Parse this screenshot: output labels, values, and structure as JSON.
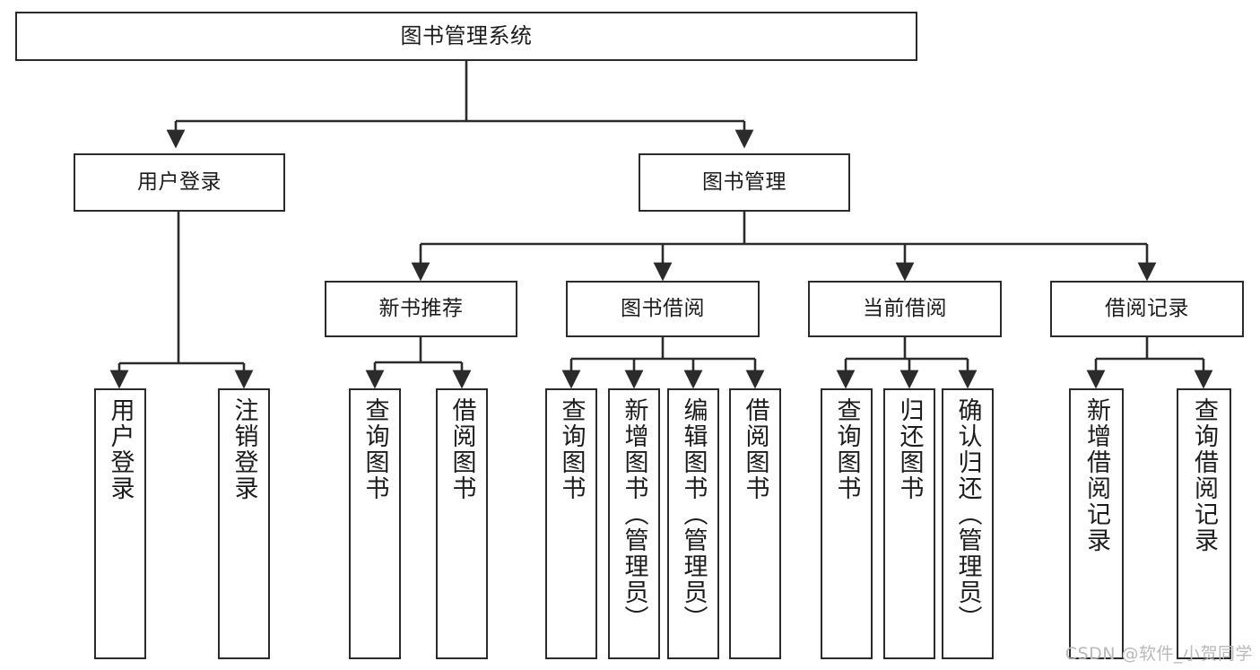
{
  "diagram": {
    "title": "图书管理系统",
    "watermark": "CSDN @软件_小贺同学",
    "colors": {
      "stroke": "#2b2b2b",
      "fill": "#ffffff",
      "text": "#1c1c1c",
      "watermark": "#b9b9b9"
    },
    "root": {
      "label": "图书管理系统"
    },
    "level1": [
      {
        "label": "用户登录"
      },
      {
        "label": "图书管理"
      }
    ],
    "level2": [
      {
        "label": "新书推荐"
      },
      {
        "label": "图书借阅"
      },
      {
        "label": "当前借阅"
      },
      {
        "label": "借阅记录"
      }
    ],
    "leaves": {
      "user_login": [
        {
          "label": "用户登录"
        },
        {
          "label": "注销登录"
        }
      ],
      "new_book": [
        {
          "label": "查询图书"
        },
        {
          "label": "借阅图书"
        }
      ],
      "borrow_book": [
        {
          "label": "查询图书"
        },
        {
          "label": "新增图书（管理员）"
        },
        {
          "label": "编辑图书（管理员）"
        },
        {
          "label": "借阅图书"
        }
      ],
      "current_borrow": [
        {
          "label": "查询图书"
        },
        {
          "label": "归还图书"
        },
        {
          "label": "确认归还（管理员）"
        }
      ],
      "borrow_record": [
        {
          "label": "新增借阅记录"
        },
        {
          "label": "查询借阅记录"
        }
      ]
    }
  }
}
